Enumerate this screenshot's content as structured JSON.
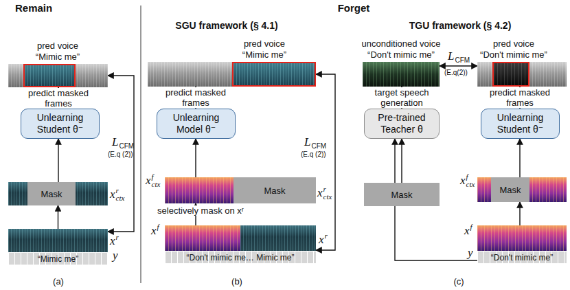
{
  "diagram": {
    "nodes": [
      {
        "text": [
          "pred voice",
          "“Mimic me”"
        ]
      },
      {
        "text": [
          "Unlearning Student θ⁻"
        ]
      },
      {
        "text": [
          "Mask"
        ]
      },
      {
        "text": [
          "“Mimic me”"
        ]
      },
      {
        "text": [
          "pred voice",
          "“Mimic me”"
        ]
      },
      {
        "text": [
          "Unlearning Model θ⁻"
        ]
      },
      {
        "text": [
          "Mask"
        ]
      },
      {
        "text": [
          "“Don't mimic me… Mimic me”"
        ]
      },
      {
        "text": [
          "unconditioned voice",
          "“Don't mimic me”"
        ]
      },
      {
        "text": [
          "Pre-trained Teacher θ"
        ]
      },
      {
        "text": [
          "Mask"
        ]
      },
      {
        "text": [
          "pred voice",
          "“Don't mimic me”"
        ]
      },
      {
        "text": [
          "Unlearning Student θ⁻"
        ]
      },
      {
        "text": [
          "Mask"
        ]
      },
      {
        "text": [
          "“Don't mimic me”"
        ]
      }
    ],
    "edges": [
      {
        "from": 3,
        "to": 2,
        "arrow": "to"
      },
      {
        "from": 2,
        "to": 1,
        "arrow": "to"
      },
      {
        "from": 1,
        "to": 0,
        "label": "predict masked frames",
        "arrow": "to"
      },
      {
        "from": 3,
        "to": 0,
        "arrow": "both"
      },
      {
        "from": 7,
        "to": 6,
        "label": "selectively mask on xʳ",
        "arrow": "to"
      },
      {
        "from": 6,
        "to": 5,
        "arrow": "to"
      },
      {
        "from": 5,
        "to": 4,
        "label": "predict masked frames",
        "arrow": "to"
      },
      {
        "from": 7,
        "to": 4,
        "arrow": "both"
      },
      {
        "from": 10,
        "to": 9,
        "arrow": "to"
      },
      {
        "from": 9,
        "to": 8,
        "label": "target speech generation",
        "arrow": "to"
      },
      {
        "from": 14,
        "to": 13,
        "arrow": "to"
      },
      {
        "from": 13,
        "to": 12,
        "arrow": "to"
      },
      {
        "from": 12,
        "to": 11,
        "label": "predict masked frames",
        "arrow": "to"
      },
      {
        "from": 8,
        "to": 11,
        "arrow": "both"
      },
      {
        "from": 14,
        "to": 9,
        "arrow": "to"
      }
    ],
    "labels": [
      "Remain",
      "Forget",
      "SGU framework (§ 4.1)",
      "TGU framework (§ 4.2)",
      "x",
      "r",
      "ctx",
      "x",
      "r",
      "y",
      "L",
      "CFM",
      "(E.q (2))",
      "(a)",
      "x",
      "f",
      "ctx",
      "x",
      "r",
      "ctx",
      "x",
      "f",
      "x",
      "r",
      "L",
      "CFM",
      "(E.q (2))",
      "(b)",
      "x",
      "f",
      "ctx",
      "x",
      "f",
      "y",
      "L",
      "CFM",
      "(E.q(2))",
      "(c)"
    ]
  }
}
